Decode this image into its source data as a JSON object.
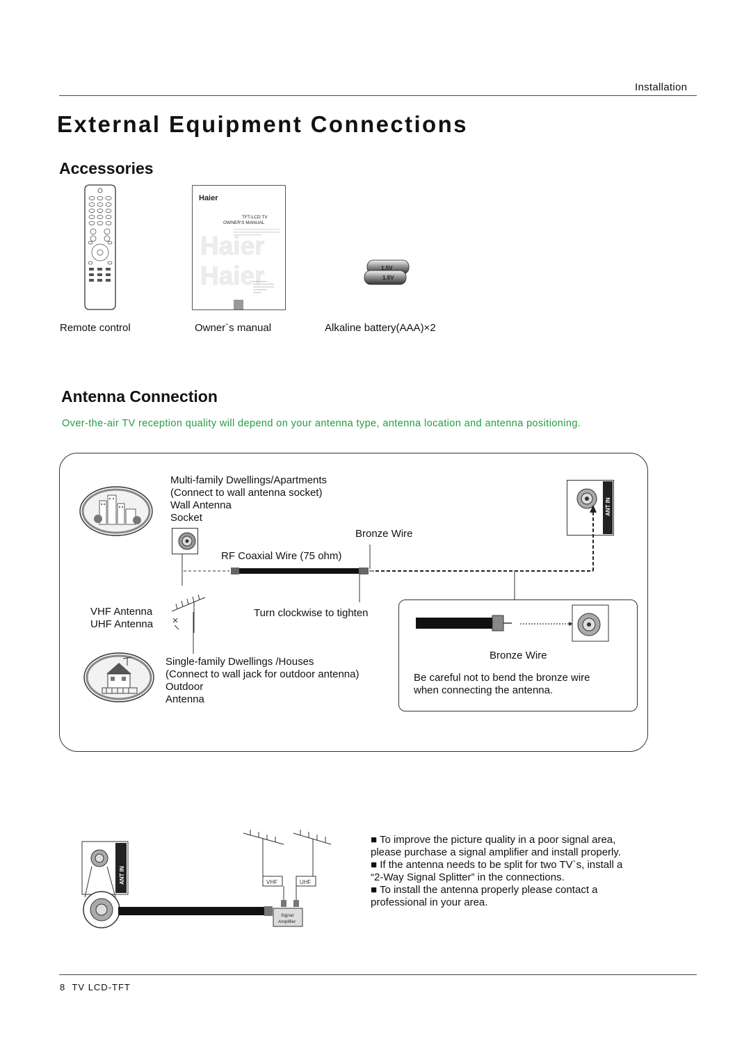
{
  "header": {
    "section": "Installation"
  },
  "page_title": "External Equipment Connections",
  "accessories": {
    "heading": "Accessories",
    "remote_label": "Remote control",
    "manual_label": "Owner`s manual",
    "battery_label": "Alkaline battery(AAA)×2",
    "manual_brand": "Haier",
    "manual_line1": "TFT-LCD TV",
    "manual_line2": "OWNER'S MANUAL",
    "battery_voltage": "1.5V"
  },
  "antenna": {
    "heading": "Antenna Connection",
    "note": "Over-the-air TV reception quality will depend on your antenna type, antenna location and antenna positioning.",
    "multi_family": [
      "Multi-family Dwellings/Apartments",
      "(Connect to wall antenna socket)",
      "Wall Antenna",
      "Socket"
    ],
    "bronze_wire": "Bronze Wire",
    "rf_wire": "RF Coaxial Wire (75 ohm)",
    "turn_clockwise": "Turn clockwise to tighten",
    "vhf_antenna": "VHF Antenna",
    "uhf_antenna": "UHF Antenna",
    "single_family": [
      "Single-family Dwellings /Houses",
      "(Connect to wall jack for outdoor antenna)",
      "Outdoor",
      "Antenna"
    ],
    "detail_bronze": "Bronze Wire",
    "caution_1": "Be careful not to bend the bronze wire",
    "caution_2": "when connecting the antenna.",
    "ant_in": "ANT IN"
  },
  "amplifier": {
    "vhf": "VHF",
    "uhf": "UHF",
    "signal": "Signal",
    "amp": "Amplifier",
    "ant_in": "ANT IN",
    "bullets": [
      [
        "■ To improve the picture quality in a poor signal area,",
        "please purchase a signal amplifier and install properly."
      ],
      [
        "■ If the antenna needs to be split for two TV`s, install a",
        "“2-Way Signal Splitter” in the connections."
      ],
      [
        "■ To install the antenna properly please contact a",
        "professional in your area."
      ]
    ]
  },
  "footer": {
    "page": "8",
    "model": "TV LCD-TFT"
  }
}
